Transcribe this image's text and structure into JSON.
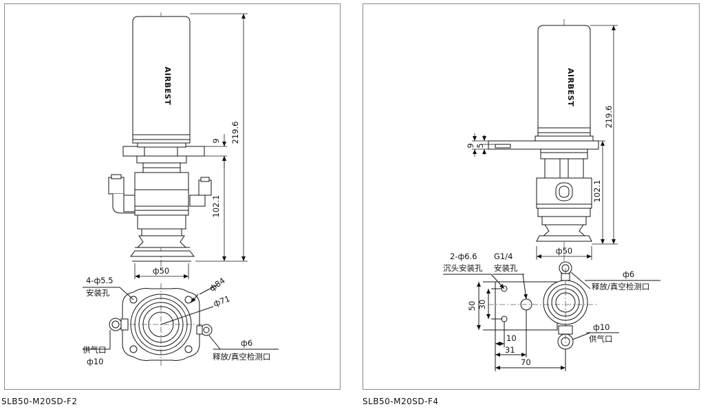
{
  "diagram1": {
    "caption": "SLB50-M20SD-F2",
    "brand": "AIRBEST",
    "dim_height_total": "219.6",
    "dim_flange": "9",
    "dim_lower": "102.1",
    "dim_cup_dia": "ф50",
    "hole_count": "4-ф5.5",
    "hole_label": "安装孔",
    "dim_outer": "ф84",
    "dim_pcd": "ф71",
    "supply_label": "供气口",
    "supply_dia": "ф10",
    "vac_dia": "ф6",
    "vac_label": "释放/真空检测口"
  },
  "diagram2": {
    "caption": "SLB50-M20SD-F4",
    "brand": "AIRBEST",
    "dim_height_total": "219.6",
    "dim_9": "9",
    "dim_5": "5",
    "dim_lower": "102.1",
    "dim_cup_dia": "ф50",
    "hole_count": "2-ф6.6",
    "hole_label": "沉头安装孔",
    "thread": "G1/4",
    "thread_label": "安装孔",
    "vac_dia": "ф6",
    "vac_label": "释放/真空检测口",
    "dim_50": "50",
    "dim_30": "30",
    "dim_10": "10",
    "dim_31": "31",
    "dim_70": "70",
    "supply_dia": "ф10",
    "supply_label": "供气口"
  }
}
